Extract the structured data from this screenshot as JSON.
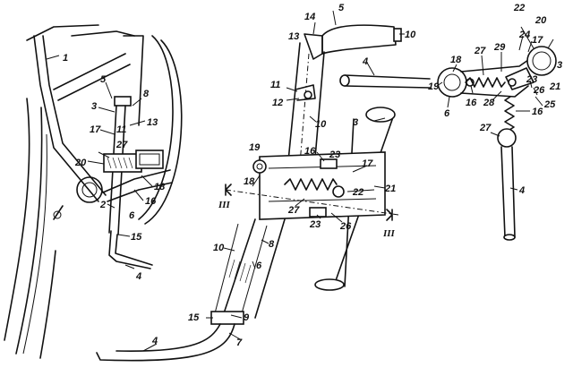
{
  "labels": {
    "bike": {
      "n1": "1",
      "n5": "5",
      "n8": "8",
      "n3": "3",
      "n13": "13",
      "n11": "11",
      "n17": "17",
      "n27": "27",
      "n20": "20",
      "n18": "18",
      "n16": "16",
      "n2": "2",
      "n6": "6",
      "n15": "15",
      "n4": "4"
    },
    "assembly": {
      "n14": "14",
      "n5": "5",
      "n13": "13",
      "n10_top": "10",
      "n4": "4",
      "n11": "11",
      "n12": "12",
      "n10_mid": "10",
      "n3": "3",
      "n16": "16",
      "n23_top": "23",
      "n17": "17",
      "n19": "19",
      "n18": "18",
      "n22": "22",
      "n21": "21",
      "n27": "27",
      "n23_bottom": "23",
      "n26": "26",
      "n8": "8",
      "n10_low": "10",
      "n6": "6",
      "n15": "15",
      "n9": "9",
      "n7": "7",
      "n4_foot": "4",
      "section_left": "III",
      "section_right": "III"
    },
    "section": {
      "n19": "19",
      "n18": "18",
      "n6": "6",
      "n16": "16",
      "n27": "27",
      "n29": "29",
      "n28": "28",
      "n26": "26",
      "n23": "23",
      "n21": "21",
      "n25": "25",
      "n22": "22",
      "n24": "24",
      "n17": "17",
      "n20": "20",
      "n3": "3",
      "n16_lower": "16",
      "n27_lower": "27",
      "n4": "4"
    }
  }
}
